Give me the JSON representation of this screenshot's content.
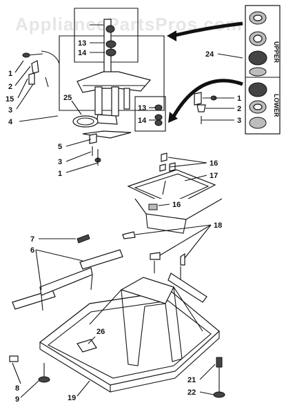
{
  "watermark": "AppliancePartsPros.com",
  "bearing_labels": {
    "upper": "UPPER",
    "lower": "LOWER"
  },
  "callouts": [
    {
      "id": "c-1a",
      "text": "1"
    },
    {
      "id": "c-2a",
      "text": "2"
    },
    {
      "id": "c-15",
      "text": "15"
    },
    {
      "id": "c-3a",
      "text": "3"
    },
    {
      "id": "c-4",
      "text": "4"
    },
    {
      "id": "c-25",
      "text": "25"
    },
    {
      "id": "c-13a",
      "text": "13"
    },
    {
      "id": "c-14a",
      "text": "14"
    },
    {
      "id": "c-24",
      "text": "24"
    },
    {
      "id": "c-1b",
      "text": "1"
    },
    {
      "id": "c-2b",
      "text": "2"
    },
    {
      "id": "c-3b",
      "text": "3"
    },
    {
      "id": "c-13b",
      "text": "13"
    },
    {
      "id": "c-14b",
      "text": "14"
    },
    {
      "id": "c-5",
      "text": "5"
    },
    {
      "id": "c-3c",
      "text": "3"
    },
    {
      "id": "c-1c",
      "text": "1"
    },
    {
      "id": "c-16a",
      "text": "16"
    },
    {
      "id": "c-17",
      "text": "17"
    },
    {
      "id": "c-16b",
      "text": "16"
    },
    {
      "id": "c-18",
      "text": "18"
    },
    {
      "id": "c-7",
      "text": "7"
    },
    {
      "id": "c-6",
      "text": "6"
    },
    {
      "id": "c-26",
      "text": "26"
    },
    {
      "id": "c-8",
      "text": "8"
    },
    {
      "id": "c-9",
      "text": "9"
    },
    {
      "id": "c-19",
      "text": "19"
    },
    {
      "id": "c-21",
      "text": "21"
    },
    {
      "id": "c-22",
      "text": "22"
    }
  ]
}
